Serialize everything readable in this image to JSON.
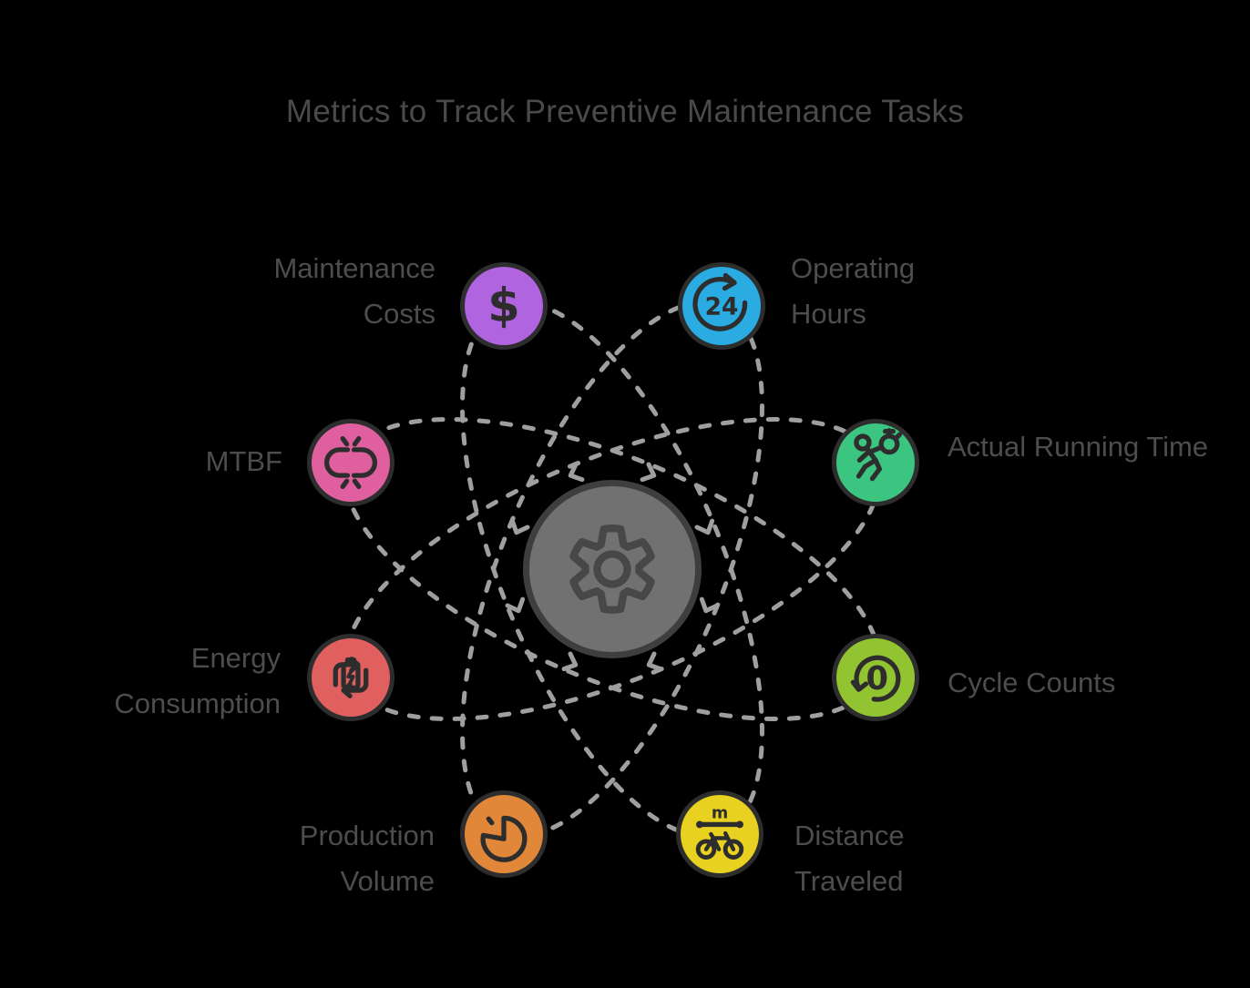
{
  "title": "Metrics to Track Preventive Maintenance Tasks",
  "hub": {
    "icon": "gear-icon",
    "fill_color": "#717171"
  },
  "orbit_color": "#9f9f9f",
  "nodes": [
    {
      "label": "Maintenance Costs",
      "icon": "dollar-icon",
      "icon_text": "$",
      "color": "#b164e0"
    },
    {
      "label": "Operating Hours",
      "icon": "24-hours-arrow-icon",
      "icon_text": "24",
      "color": "#2aace2"
    },
    {
      "label": "MTBF",
      "icon": "broken-link-icon",
      "icon_text": "",
      "color": "#e0609f"
    },
    {
      "label": "Actual Running Time",
      "icon": "runner-stopwatch-icon",
      "icon_text": "",
      "color": "#3cc481"
    },
    {
      "label": "Energy Consumption",
      "icon": "battery-refresh-icon",
      "icon_text": "",
      "color": "#e06060"
    },
    {
      "label": "Cycle Counts",
      "icon": "reset-zero-arrow-icon",
      "icon_text": "0",
      "color": "#92c331"
    },
    {
      "label": "Production Volume",
      "icon": "pie-chart-icon",
      "icon_text": "",
      "color": "#e18739"
    },
    {
      "label": "Distance Traveled",
      "icon": "bicycle-distance-icon",
      "icon_text": "m",
      "color": "#e8d120"
    }
  ]
}
